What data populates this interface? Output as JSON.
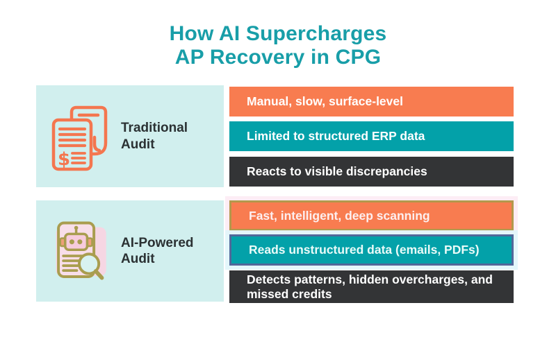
{
  "title": {
    "line1": "How AI Supercharges",
    "line2": "AP Recovery in CPG"
  },
  "sections": [
    {
      "label": "Traditional Audit",
      "icon": "invoice-documents-icon",
      "bars": [
        {
          "text": "Manual, slow, surface-level",
          "color": "#F87C50"
        },
        {
          "text": "Limited to structured ERP data",
          "color": "#03A1A9"
        },
        {
          "text": "Reacts to visible discrepancies",
          "color": "#333436"
        }
      ]
    },
    {
      "label": "AI-Powered Audit",
      "icon": "robot-document-magnifier-icon",
      "bars": [
        {
          "text": "Fast, intelligent, deep scanning",
          "color": "#F87C50",
          "accent_border": "#B3984C"
        },
        {
          "text": "Reads unstructured data (emails, PDFs)",
          "color": "#03A1A9",
          "accent_border": "#52689A"
        },
        {
          "text": "Detects patterns, hidden overcharges, and missed credits",
          "color": "#333436"
        }
      ]
    }
  ],
  "palette": {
    "title_teal": "#189EA8",
    "bar_orange": "#F87C50",
    "bar_teal": "#03A1A9",
    "bar_dark": "#333436",
    "card_background": "#D1EFEE",
    "label_text": "#2B3133",
    "icon_orange": "#F4764F",
    "icon_olive": "#A99D4F",
    "icon_pink_glow": "#F6D6E3",
    "background": "#FFFFFF"
  }
}
